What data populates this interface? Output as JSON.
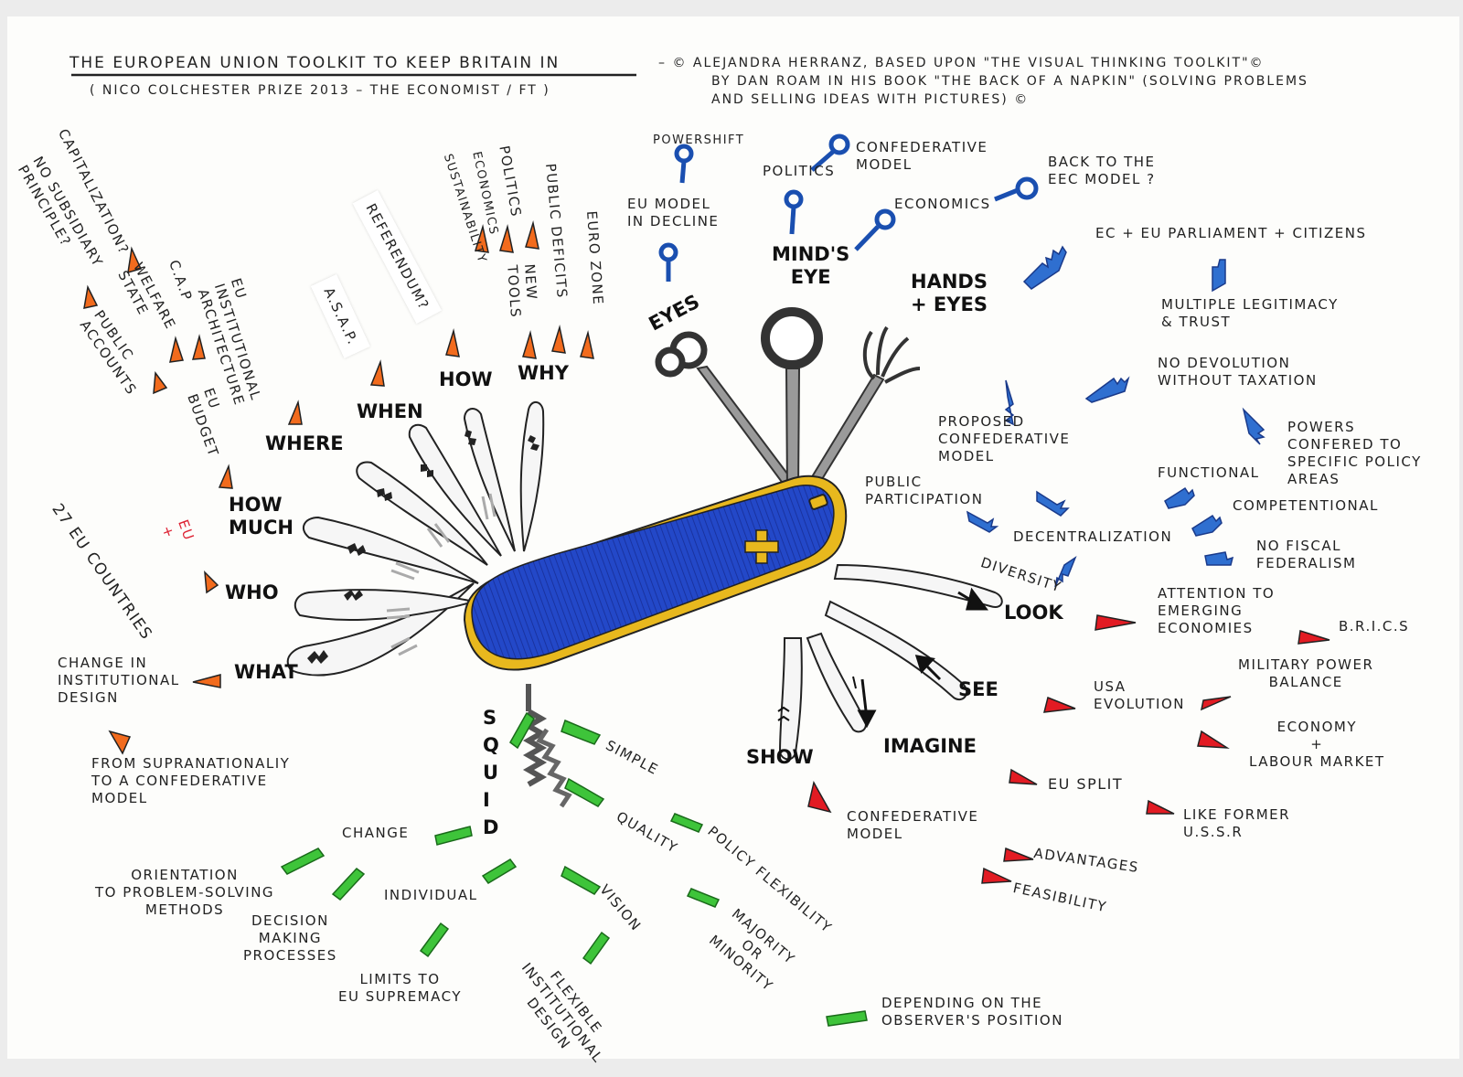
{
  "header": {
    "title": "THE EUROPEAN UNION TOOLKIT TO KEEP BRITAIN IN",
    "credit_line1": "– © ALEJANDRA HERRANZ, BASED UPON \"THE VISUAL THINKING TOOLKIT\"©",
    "credit_line2": "BY DAN ROAM IN HIS BOOK \"THE BACK OF A NAPKIN\" (SOLVING PROBLEMS",
    "credit_line3": "AND SELLING IDEAS WITH PICTURES) ©",
    "subtitle": "( NICO COLCHESTER PRIZE 2013 – THE ECONOMIST / FT )"
  },
  "keys": {
    "what": "WHAT",
    "who": "WHO",
    "how_much": "HOW\nMUCH",
    "where": "WHERE",
    "when": "WHEN",
    "how": "HOW",
    "why": "WHY",
    "eyes": "EYES",
    "minds_eye": "MIND'S\nEYE",
    "hands_eyes": "HANDS\n+ EYES",
    "look": "LOOK",
    "see": "SEE",
    "imagine": "IMAGINE",
    "show": "SHOW",
    "squid": "SQUID"
  },
  "labels": {
    "change_design": "CHANGE IN\nINSTITUTIONAL\nDESIGN",
    "supranational": "FROM SUPRANATIONALIY\nTO A CONFEDERATIVE\nMODEL",
    "eu27": "27 EU COUNTRIES",
    "eu_plus": "EU\n+",
    "eu_budget": "EU\nBUDGET",
    "cap": "C.A.P",
    "public_accounts": "PUBLIC\nACCOUNTS",
    "welfare_state": "WELFARE\nSTATE",
    "no_subsidiary": "NO SUBSIDIARY\nPRINCIPLE?",
    "capitalization": "CAPITALIZATION?",
    "eu_inst_arch": "EU\nINSTITUTIONAL\nARCHITECTURE",
    "asap": "A.S.A.P.",
    "referendum": "REFERENDUM?",
    "sustainability": "SUSTAINABILITY",
    "economics_v": "ECONOMICS",
    "politics_v": "POLITICS",
    "public_deficits": "PUBLIC DEFICITS",
    "new_tools": "NEW\nTOOLS",
    "euro_zone": "EURO ZONE",
    "powershift": "POWERSHIFT",
    "eu_decline": "EU MODEL\nIN DECLINE",
    "politics": "POLITICS",
    "confed_model": "CONFEDERATIVE\nMODEL",
    "economics": "ECONOMICS",
    "eec": "BACK TO THE\nEEC MODEL ?",
    "ec_parl": "EC + EU PARLIAMENT + CITIZENS",
    "legitimacy": "MULTIPLE LEGITIMACY\n& TRUST",
    "devolution": "NO DEVOLUTION\nWITHOUT TAXATION",
    "proposed": "PROPOSED\nCONFEDERATIVE\nMODEL",
    "powers": "POWERS\nCONFERED TO\nSPECIFIC POLICY\nAREAS",
    "functional": "FUNCTIONAL",
    "participation": "PUBLIC\nPARTICIPATION",
    "competential": "COMPETENTIONAL",
    "decentral": "DECENTRALIZATION",
    "fiscal": "NO FISCAL\nFEDERALISM",
    "diversity": "DIVERSITY",
    "attention": "ATTENTION TO\nEMERGING\nECONOMIES",
    "brics": "B.R.I.C.S",
    "usa": "USA\nEVOLUTION",
    "military": "MILITARY POWER\nBALANCE",
    "economy": "ECONOMY\n+\nLABOUR MARKET",
    "eu_split": "EU SPLIT",
    "ussr": "LIKE FORMER\nU.S.S.R",
    "confed2": "CONFEDERATIVE\nMODEL",
    "advantages": "ADVANTAGES",
    "feasibility": "FEASIBILITY",
    "change": "CHANGE",
    "orientation": "ORIENTATION\nTO PROBLEM-SOLVING\nMETHODS",
    "decision": "DECISION\nMAKING\nPROCESSES",
    "individual": "INDIVIDUAL",
    "limits": "LIMITS TO\nEU SUPREMACY",
    "simple": "SIMPLE",
    "policy_flex": "POLICY FLEXIBILITY",
    "quality": "QUALITY",
    "majority": "MAJORITY\nOR\nMINORITY",
    "vision": "VISION",
    "flexible": "FLEXIBLE\nINSTITUTIONAL\nDESIGN",
    "depending": "DEPENDING ON THE\nOBSERVER'S POSITION"
  },
  "colors": {
    "knife_body": "#1f3fbf",
    "knife_rim": "#e8b81e",
    "orange": "#f26b1d",
    "red": "#e21b23",
    "blue": "#2f6fd0",
    "green": "#3ec43a",
    "blade": "#f4f4f4",
    "grey_tool": "#8a8a8a",
    "ink": "#222222"
  }
}
